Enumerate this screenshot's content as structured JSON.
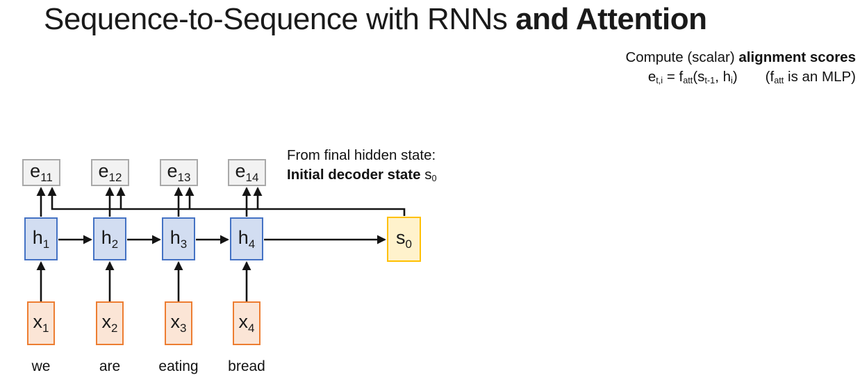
{
  "title": {
    "regular": "Sequence-to-Sequence with RNNs ",
    "bold": "and Attention"
  },
  "alignment_note": {
    "line1_regular": "Compute (scalar) ",
    "line1_bold": "alignment scores",
    "formula": {
      "p1": "e",
      "p2": "t,i",
      "p3": " = f",
      "p4": "att",
      "p5": "(s",
      "p6": "t-1",
      "p7": ", h",
      "p8": "i",
      "p9": ")"
    },
    "mlp": {
      "p1": "(f",
      "p2": "att",
      "p3": " is an MLP)"
    }
  },
  "decoder_note": {
    "line1": "From final hidden state:",
    "line2_bold": "Initial decoder state ",
    "s_base": "s",
    "s_sub": "0"
  },
  "nodes": {
    "e": [
      {
        "base": "e",
        "sub": "11"
      },
      {
        "base": "e",
        "sub": "12"
      },
      {
        "base": "e",
        "sub": "13"
      },
      {
        "base": "e",
        "sub": "14"
      }
    ],
    "h": [
      {
        "base": "h",
        "sub": "1"
      },
      {
        "base": "h",
        "sub": "2"
      },
      {
        "base": "h",
        "sub": "3"
      },
      {
        "base": "h",
        "sub": "4"
      }
    ],
    "x": [
      {
        "base": "x",
        "sub": "1"
      },
      {
        "base": "x",
        "sub": "2"
      },
      {
        "base": "x",
        "sub": "3"
      },
      {
        "base": "x",
        "sub": "4"
      }
    ],
    "s0": {
      "base": "s",
      "sub": "0"
    }
  },
  "words": [
    "we",
    "are",
    "eating",
    "bread"
  ],
  "colors": {
    "e-fill": "#f2f2f2",
    "e-border": "#a9a9a9",
    "h-fill": "#d2ddf1",
    "h-border": "#4472c4",
    "x-fill": "#fbe5d6",
    "x-border": "#ed7d31",
    "s-fill": "#fff2cc",
    "s-border": "#ffc000",
    "line": "#141414",
    "text": "#1a1a1a"
  }
}
